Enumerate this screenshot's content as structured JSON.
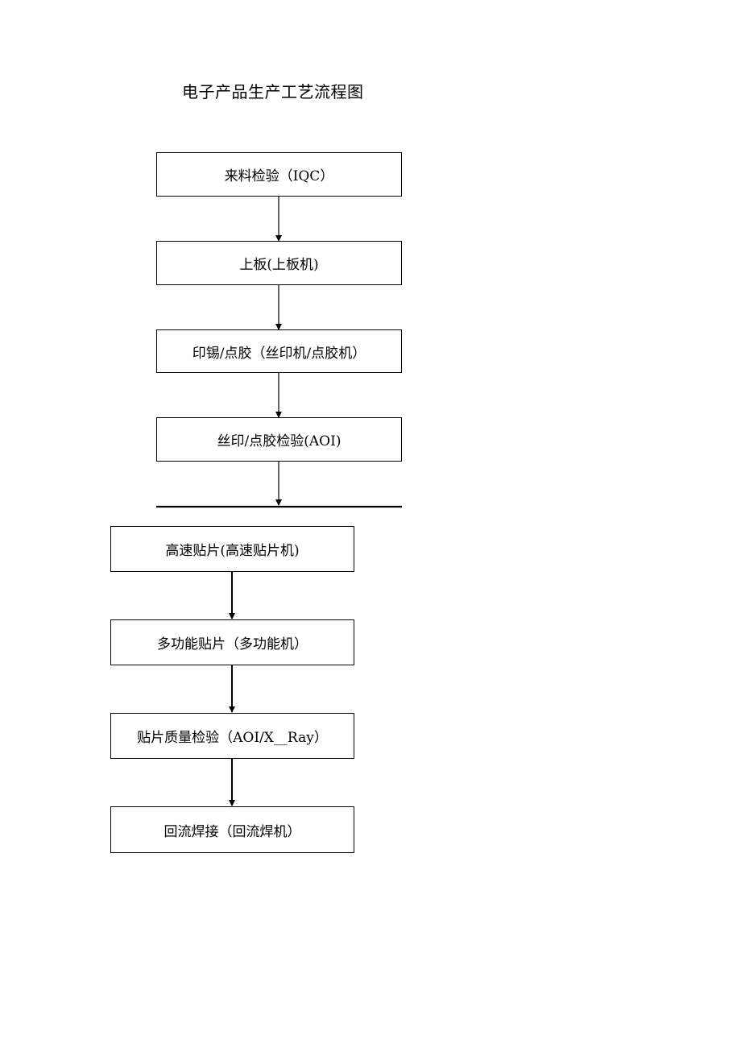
{
  "title": "电子产品生产工艺流程图",
  "steps": [
    {
      "label": "来料检验（IQC）"
    },
    {
      "label": "上板(上板机)"
    },
    {
      "label": "印锡/点胶（丝印机/点胶机）"
    },
    {
      "label": "丝印/点胶检验(AOI)"
    },
    {
      "label": "高速贴片(高速贴片机)"
    },
    {
      "label": "多功能贴片（多功能机）"
    },
    {
      "label": "贴片质量检验（AOI/X__Ray）"
    },
    {
      "label": "回流焊接（回流焊机）"
    }
  ]
}
